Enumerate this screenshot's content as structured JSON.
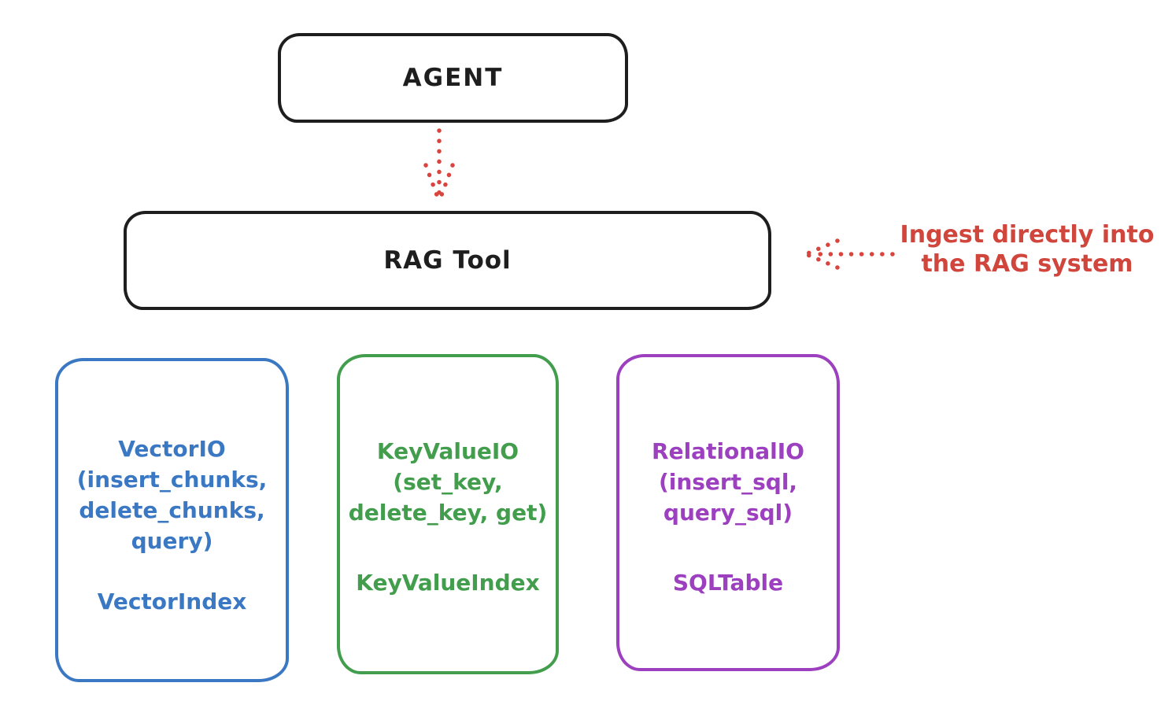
{
  "colors": {
    "ink": "#1e1e1e",
    "red": "#d9453e",
    "blue": "#3b78c4",
    "green": "#429e4d",
    "purple": "#9c40bf",
    "background": "#ffffff"
  },
  "diagram": {
    "agent_box": {
      "label": "AGENT"
    },
    "rag_tool_box": {
      "label": "RAG Tool"
    },
    "annotation": {
      "text": "Ingest directly into\nthe RAG system"
    },
    "arrows": [
      {
        "name": "agent-to-rag-tool",
        "style": "dotted",
        "color": "#d9453e",
        "direction": "down"
      },
      {
        "name": "annotation-to-rag-tool",
        "style": "dotted",
        "color": "#d9453e",
        "direction": "left"
      }
    ],
    "cards": [
      {
        "name": "vector-io",
        "title": "VectorIO\n(insert_chunks,\ndelete_chunks,\nquery)",
        "index_label": "VectorIndex",
        "color": "#3b78c4"
      },
      {
        "name": "key-value-io",
        "title": "KeyValueIO\n(set_key,\ndelete_key, get)",
        "index_label": "KeyValueIndex",
        "color": "#429e4d"
      },
      {
        "name": "relational-io",
        "title": "RelationalIO\n(insert_sql,\nquery_sql)",
        "index_label": "SQLTable",
        "color": "#9c40bf"
      }
    ]
  }
}
